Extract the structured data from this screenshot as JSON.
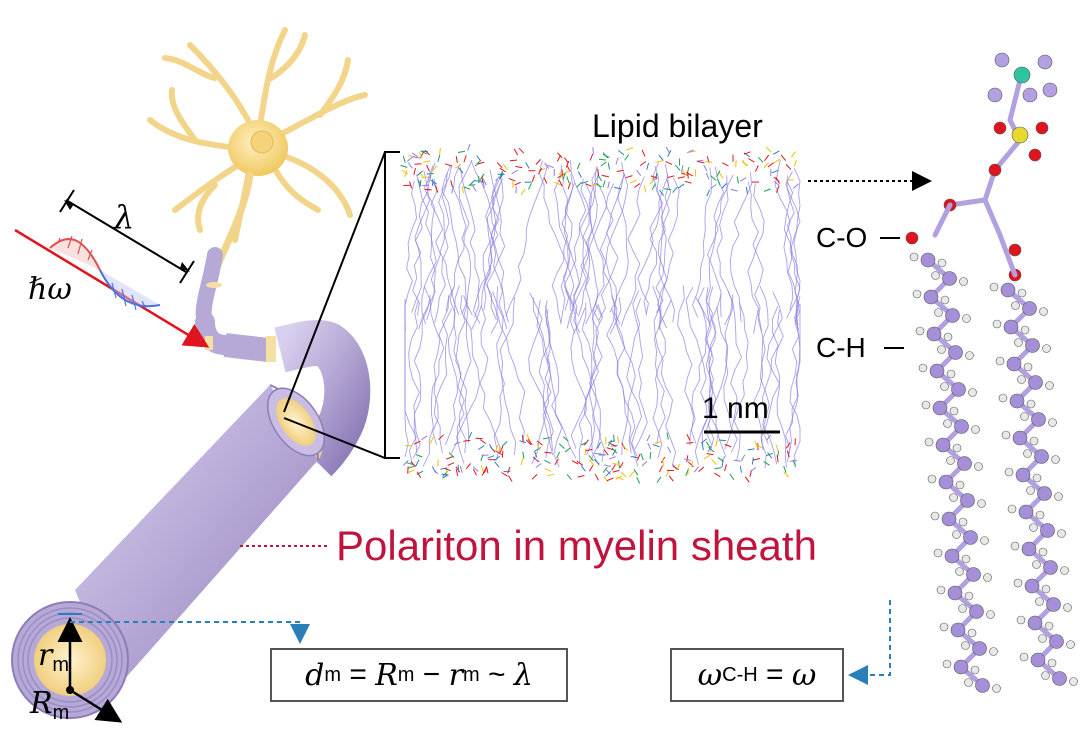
{
  "labels": {
    "lipid_bilayer": "Lipid bilayer",
    "scale_bar": "1 nm",
    "co_bond": "C-O",
    "ch_bond": "C-H",
    "polariton": "Polariton in myelin sheath",
    "lambda": "λ",
    "hbar_omega": "ℏω",
    "r_m": "r",
    "r_m_sub": "m",
    "R_m": "R",
    "R_m_sub": "m"
  },
  "equation_left": {
    "d": "d",
    "d_sub": "m",
    "eq1": " = ",
    "R": "R",
    "R_sub": "m",
    "minus": " − ",
    "r": "r",
    "r_sub": "m",
    "approx": " ~ ",
    "lambda": "λ"
  },
  "equation_right": {
    "omega": "ω",
    "omega_sub": "C-H",
    "eq": " = ",
    "omega2": "ω"
  },
  "colors": {
    "myelin": "#b7a9d6",
    "myelin_dark": "#8d7cb8",
    "axon": "#f6dfa4",
    "neuron": "#f4d27c",
    "lipid": "#8f7fe0",
    "red_text": "#c0143c",
    "dashed_blue": "#2a7fb8",
    "atom_carbon": "#a58fd8",
    "atom_oxygen": "#e0141e"
  }
}
